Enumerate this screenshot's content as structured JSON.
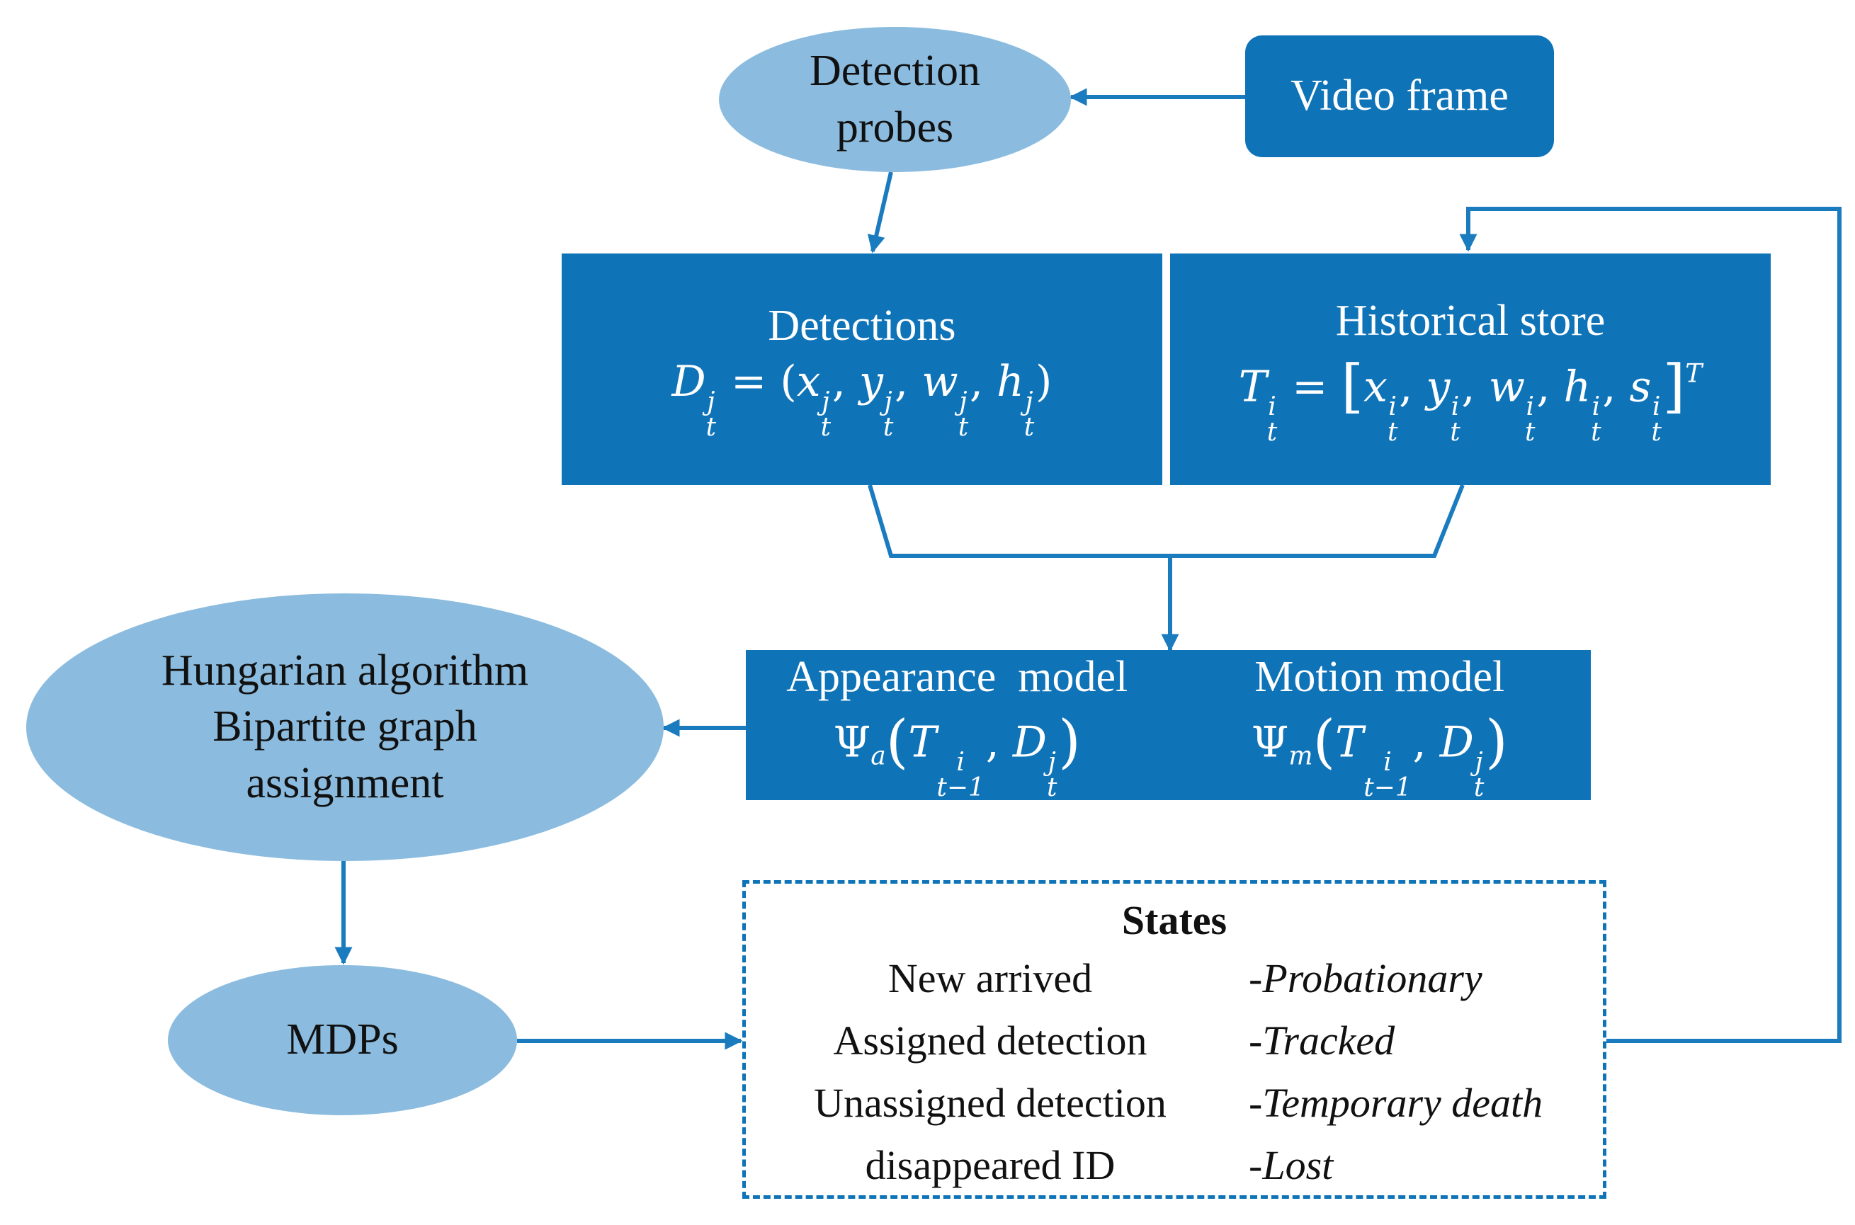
{
  "nodes": {
    "video_frame": "Video frame",
    "detection_probes": [
      "Detection",
      "probes"
    ],
    "detections": {
      "title": "Detections",
      "lhs": "D",
      "lhs_sub": "t",
      "lhs_sup": "j",
      "eq": " = (",
      "vars": [
        "x",
        "y",
        "w",
        "h"
      ],
      "var_sub": "t",
      "var_sup": "j",
      "close": ")"
    },
    "historical_store": {
      "title": "Historical store",
      "lhs": "T",
      "lhs_sub": "t",
      "lhs_sup": "i",
      "eq": " = ",
      "vars": [
        "x",
        "y",
        "w",
        "h",
        "s"
      ],
      "var_sub": "t",
      "var_sup": "i",
      "transpose": "T"
    },
    "appearance_model": {
      "title": "Appearance  model",
      "psi": "Ψ",
      "psi_sub": "a",
      "arg1": "T",
      "arg1_sub": "t−1",
      "arg1_sup": "i",
      "arg2": "D",
      "arg2_sub": "t",
      "arg2_sup": "j"
    },
    "motion_model": {
      "title": "Motion model",
      "psi": "Ψ",
      "psi_sub": "m",
      "arg1": "T",
      "arg1_sub": "t−1",
      "arg1_sup": "i",
      "arg2": "D",
      "arg2_sub": "t",
      "arg2_sup": "j"
    },
    "hungarian": [
      "Hungarian algorithm",
      "Bipartite graph",
      "assignment"
    ],
    "mdps": "MDPs"
  },
  "states": {
    "title": "States",
    "rows": [
      {
        "label": "New arrived",
        "state": "-Probationary"
      },
      {
        "label": "Assigned detection",
        "state": "-Tracked"
      },
      {
        "label": "Unassigned detection",
        "state": "-Temporary death"
      },
      {
        "label": "disappeared ID",
        "state": "-Lost"
      }
    ]
  },
  "colors": {
    "box_fill": "#0f73b8",
    "ellipse_fill": "#8bbcdf",
    "arrow": "#1a7bbf"
  }
}
